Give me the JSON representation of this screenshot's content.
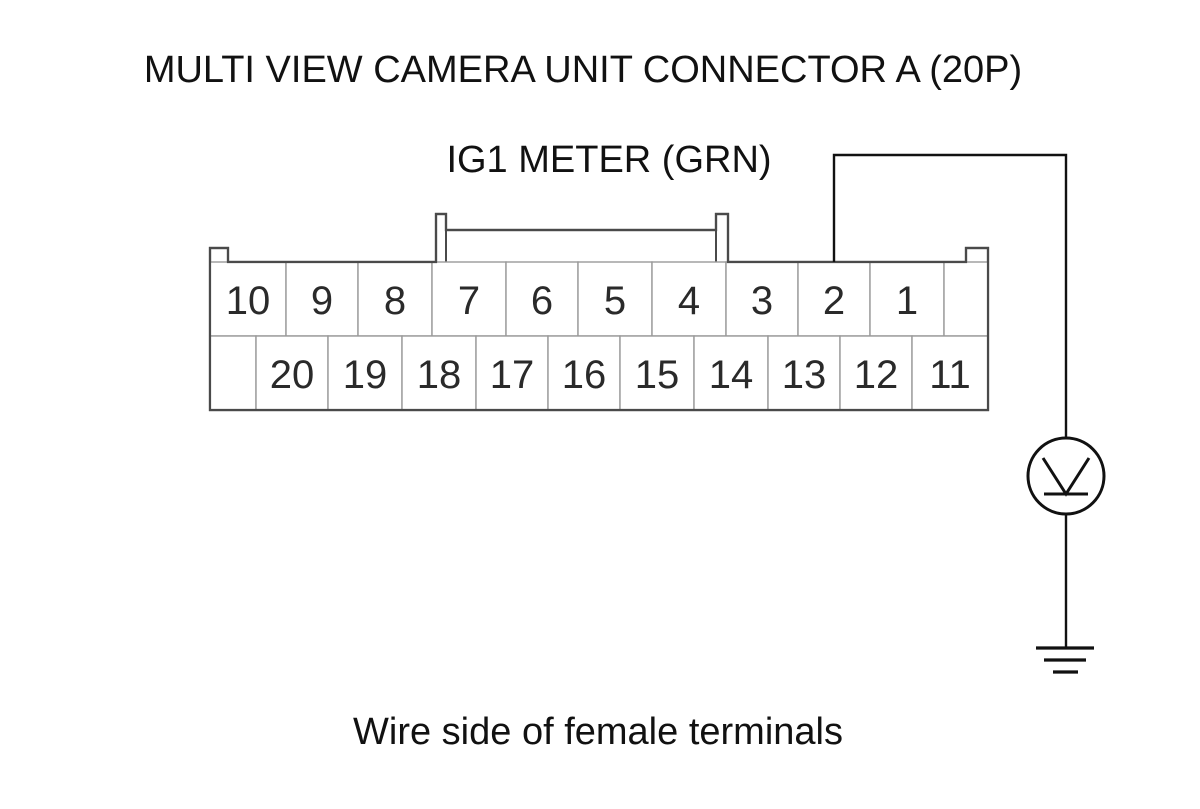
{
  "diagram": {
    "title": "MULTI VIEW CAMERA UNIT CONNECTOR A (20P)",
    "wire_label": "IG1 METER (GRN)",
    "caption": "Wire side of female terminals",
    "connector": {
      "top_row": [
        "10",
        "9",
        "8",
        "7",
        "6",
        "5",
        "4",
        "3",
        "2",
        "1",
        ""
      ],
      "bottom_row": [
        "",
        "20",
        "19",
        "18",
        "17",
        "16",
        "15",
        "14",
        "13",
        "12",
        "11"
      ]
    },
    "probe_terminal": "2",
    "meter_icon": "voltmeter-icon",
    "ground_icon": "ground-icon",
    "colors": {
      "line": "#111111",
      "connector_outline": "#4a4a4a",
      "background": "#ffffff"
    }
  }
}
